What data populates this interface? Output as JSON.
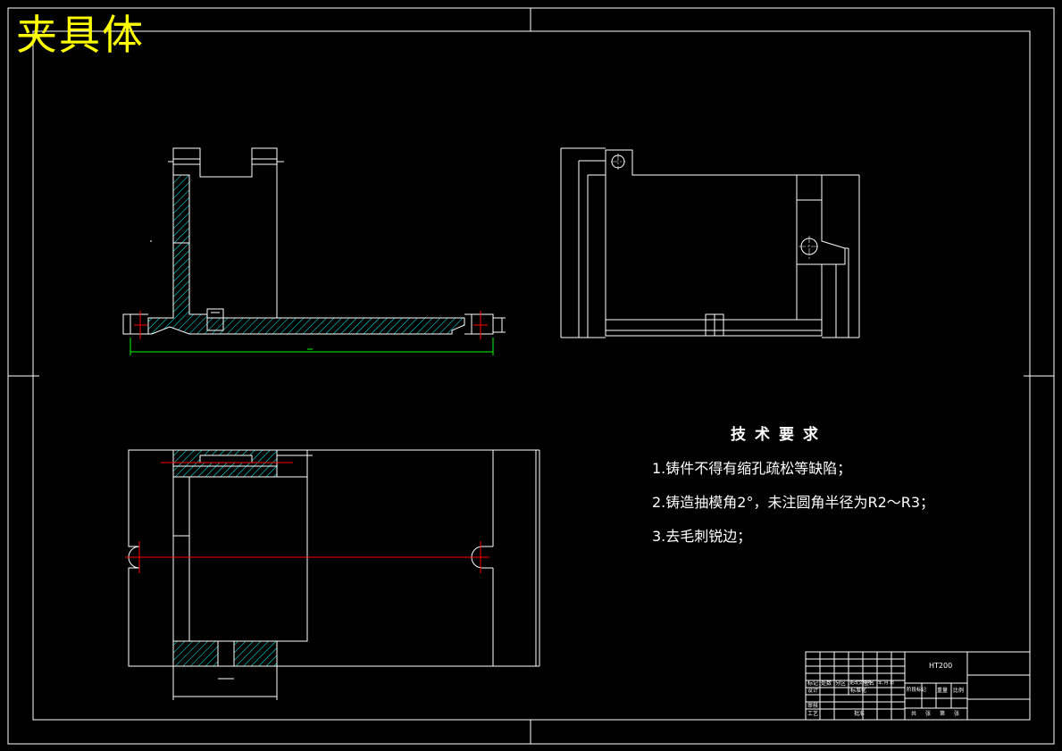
{
  "drawing": {
    "title": "夹具体",
    "colors": {
      "background": "#000000",
      "lines": "#ffffff",
      "title": "#ffff00",
      "centerline": "#ff0000",
      "dimension": "#00ff00",
      "hatch": "#00ffff"
    }
  },
  "technical_requirements": {
    "heading": "技术要求",
    "items": [
      "1.铸件不得有缩孔疏松等缺陷；",
      "2.铸造抽模角2°，未注圆角半径为R2～R3；",
      "3.去毛刺锐边；"
    ]
  },
  "title_block": {
    "material": "HT200",
    "row_labels": [
      "标记",
      "处数",
      "分区",
      "更改文件号",
      "签名",
      "年.月.日"
    ],
    "design_label": "设计",
    "standard_label": "标准化",
    "review_label": "审核",
    "process_label": "工艺",
    "approve_label": "批准",
    "stage_labels": [
      "阶段标记",
      "重量",
      "比例"
    ],
    "sheet_labels": [
      "共",
      "张",
      "第",
      "张"
    ]
  }
}
